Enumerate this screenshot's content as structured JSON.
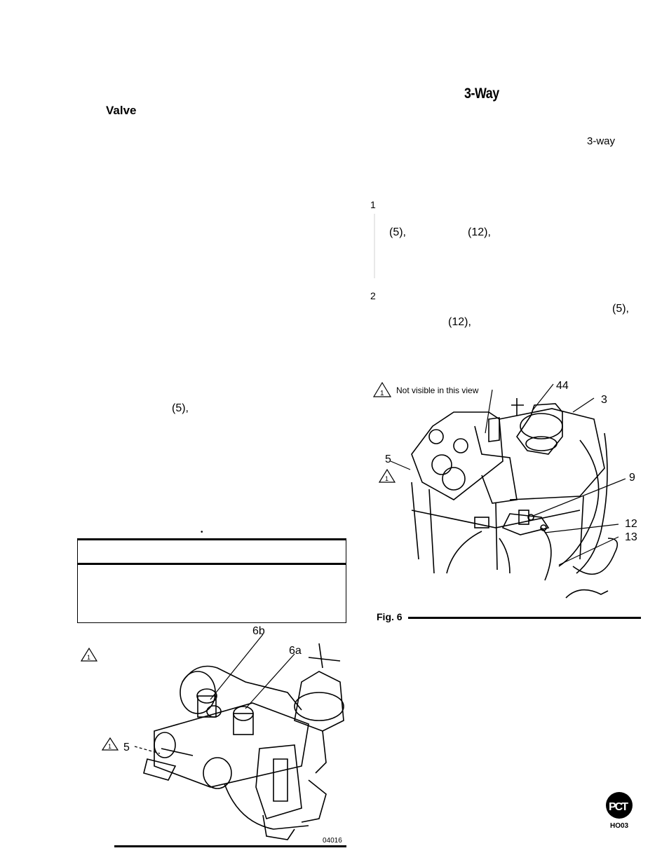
{
  "left_column": {
    "heading": "Valve",
    "ref_5": "(5),",
    "dot": "•"
  },
  "right_column": {
    "heading": "3-Way",
    "three_way": "3-way",
    "step1_number": "1",
    "step1_ref_5": "(5),",
    "step1_ref_12": "(12),",
    "step2_number": "2",
    "step2_ref_5": "(5),",
    "step2_ref_12": "(12),"
  },
  "figure_right": {
    "note_symbol_number": "1",
    "note_text": "Not visible in this view",
    "callouts": [
      "44",
      "3",
      "5",
      "9",
      "12",
      "13"
    ],
    "caption": "Fig. 6"
  },
  "figure_left": {
    "note_symbol_number": "1",
    "callouts": [
      "6b",
      "6a",
      "5"
    ],
    "drawing_code": "04016"
  },
  "logo": {
    "code": "HO03",
    "mark": "PCT"
  }
}
